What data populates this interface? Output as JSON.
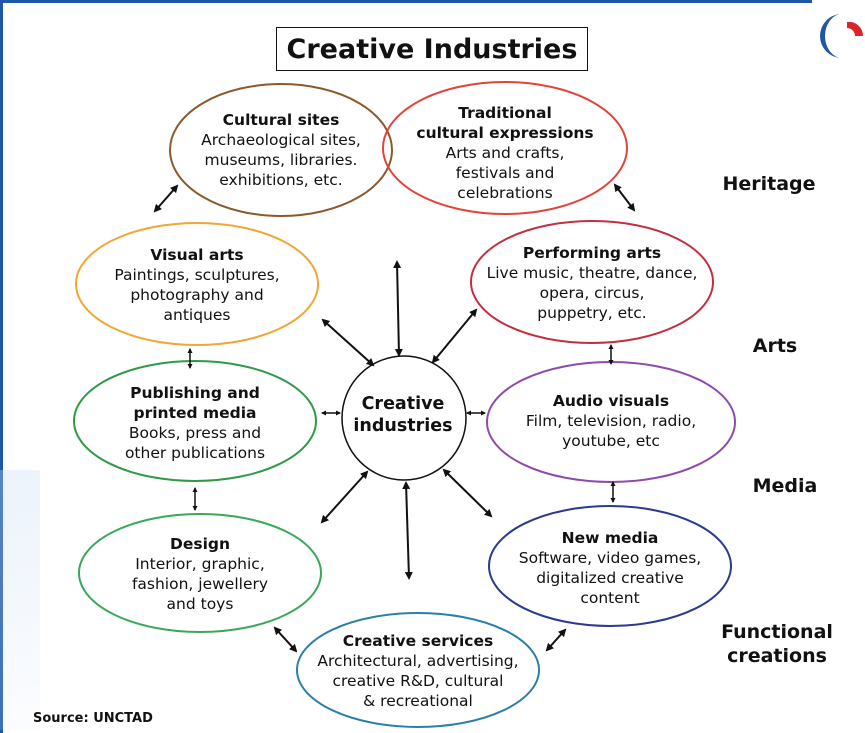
{
  "title": "Creative Industries",
  "center": "Creative\nindustries",
  "nodes": {
    "cultural_sites": {
      "title": "Cultural sites",
      "desc": "Archaeological sites,\nmuseums, libraries.\nexhibitions, etc.",
      "color": "#8b5a2b"
    },
    "traditional": {
      "title": "Traditional\ncultural expressions",
      "desc": "Arts and crafts,\nfestivals and\ncelebrations",
      "color": "#e0443a"
    },
    "visual_arts": {
      "title": "Visual arts",
      "desc": "Paintings, sculptures,\nphotography and\nantiques",
      "color": "#f0a733"
    },
    "performing_arts": {
      "title": "Performing arts",
      "desc": "Live music, theatre, dance,\nopera, circus,\npuppetry, etc.",
      "color": "#c23040"
    },
    "publishing": {
      "title": "Publishing and\nprinted media",
      "desc": "Books, press and\nother publications",
      "color": "#2f9a46"
    },
    "audio_visuals": {
      "title": "Audio visuals",
      "desc": "Film, television, radio,\nyoutube, etc",
      "color": "#8e4bab"
    },
    "design": {
      "title": "Design",
      "desc": "Interior, graphic,\nfashion, jewellery\nand toys",
      "color": "#3aa85a"
    },
    "new_media": {
      "title": "New media",
      "desc": "Software, video games,\ndigitalized creative\ncontent",
      "color": "#2b3a8f"
    },
    "creative_services": {
      "title": "Creative services",
      "desc": "Architectural, advertising,\ncreative R&D, cultural\n& recreational",
      "color": "#2c7fa6"
    }
  },
  "categories": {
    "heritage": "Heritage",
    "arts": "Arts",
    "media": "Media",
    "functional": "Functional\ncreations"
  },
  "source": "Source: UNCTAD",
  "colors": {
    "frame": "#1f56a8",
    "logo_blue": "#1f56a8",
    "logo_red": "#d9242b"
  }
}
